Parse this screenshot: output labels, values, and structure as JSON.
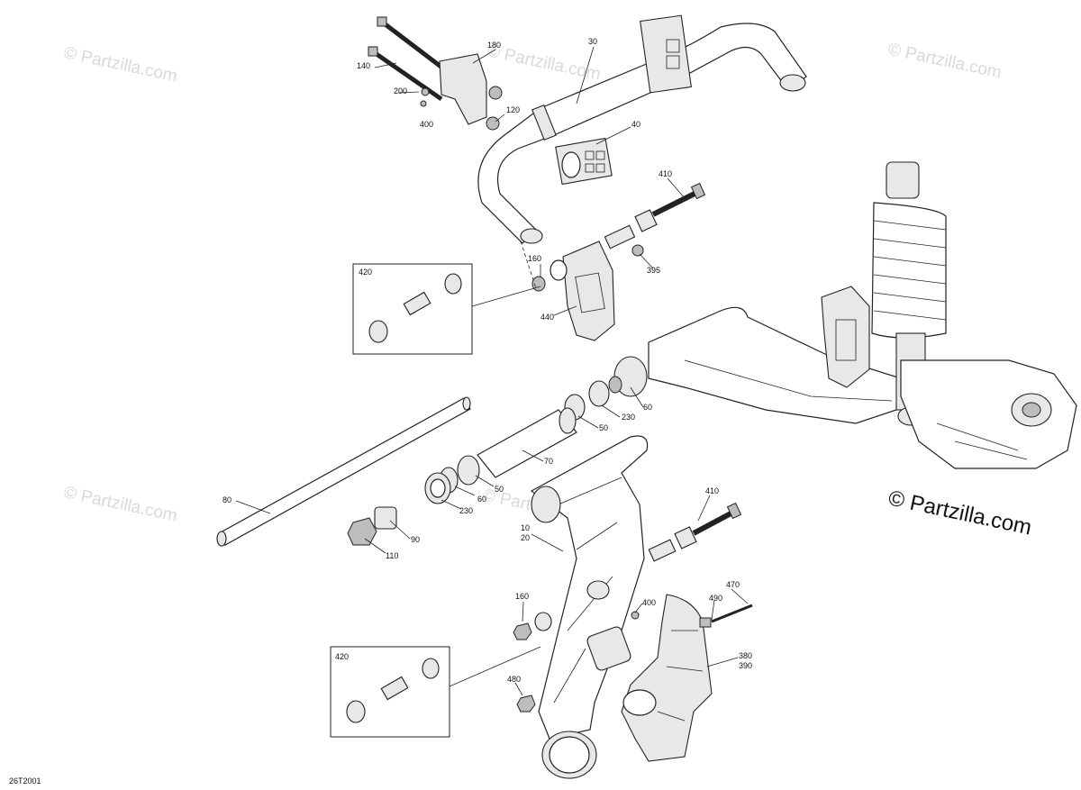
{
  "diagram": {
    "reference_code": "26T2001",
    "watermark_small": "© Partzilla.com",
    "watermark_large": "© Partzilla.com",
    "callouts": {
      "c10": "10",
      "c20": "20",
      "c30": "30",
      "c40": "40",
      "c50a": "50",
      "c50b": "50",
      "c60a": "60",
      "c60b": "60",
      "c70": "70",
      "c80": "80",
      "c90": "90",
      "c110": "110",
      "c120": "120",
      "c140": "140",
      "c160a": "160",
      "c160b": "160",
      "c180": "180",
      "c200": "200",
      "c230a": "230",
      "c230b": "230",
      "c380": "380",
      "c390": "390",
      "c395": "395",
      "c400a": "400",
      "c400b": "400",
      "c410a": "410",
      "c410b": "410",
      "c420a": "420",
      "c420b": "420",
      "c440": "440",
      "c470": "470",
      "c480": "480",
      "c490": "490"
    }
  }
}
